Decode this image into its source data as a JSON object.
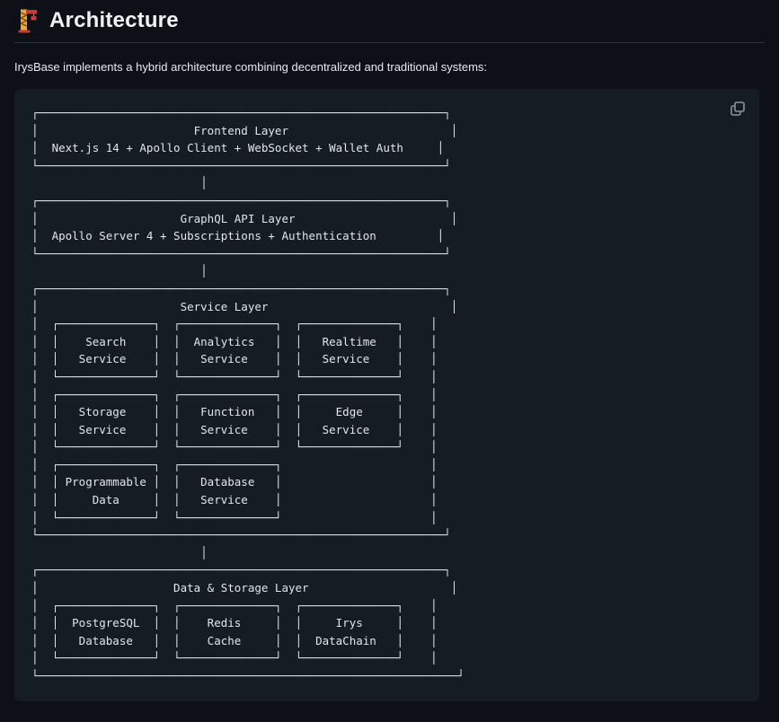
{
  "header": {
    "icon": "construction-crane-icon",
    "icon_emoji": "🏗️",
    "title": "Architecture"
  },
  "intro": "IrysBase implements a hybrid architecture combining decentralized and traditional systems:",
  "code": {
    "copy_icon": "copy-icon",
    "lines": [
      "┌────────────────────────────────────────────────────────────┐",
      "│                       Frontend Layer                        │",
      "│  Next.js 14 + Apollo Client + WebSocket + Wallet Auth     │",
      "└────────────────────────────────────────────────────────────┘",
      "                         │",
      "┌────────────────────────────────────────────────────────────┐",
      "│                     GraphQL API Layer                       │",
      "│  Apollo Server 4 + Subscriptions + Authentication         │",
      "└────────────────────────────────────────────────────────────┘",
      "                         │",
      "┌────────────────────────────────────────────────────────────┐",
      "│                     Service Layer                           │",
      "│  ┌──────────────┐  ┌──────────────┐  ┌──────────────┐    │",
      "│  │    Search    │  │  Analytics   │  │   Realtime   │    │",
      "│  │   Service    │  │   Service    │  │   Service    │    │",
      "│  └──────────────┘  └──────────────┘  └──────────────┘    │",
      "│  ┌──────────────┐  ┌──────────────┐  ┌──────────────┐    │",
      "│  │   Storage    │  │   Function   │  │     Edge     │    │",
      "│  │   Service    │  │   Service    │  │   Service    │    │",
      "│  └──────────────┘  └──────────────┘  └──────────────┘    │",
      "│  ┌──────────────┐  ┌──────────────┐                      │",
      "│  │ Programmable │  │   Database   │                      │",
      "│  │     Data     │  │   Service    │                      │",
      "│  └──────────────┘  └──────────────┘                      │",
      "└────────────────────────────────────────────────────────────┘",
      "                         │",
      "┌────────────────────────────────────────────────────────────┐",
      "│                    Data & Storage Layer                     │",
      "│  ┌──────────────┐  ┌──────────────┐  ┌──────────────┐    │",
      "│  │  PostgreSQL  │  │    Redis     │  │     Irys     │    │",
      "│  │   Database   │  │    Cache     │  │  DataChain   │    │",
      "│  └──────────────┘  └──────────────┘  └──────────────┘    │",
      "└──────────────────────────────────────────────────────────────┘"
    ]
  },
  "architecture": {
    "layers": [
      {
        "title": "Frontend Layer",
        "stack": "Next.js 14 + Apollo Client + WebSocket + Wallet Auth"
      },
      {
        "title": "GraphQL API Layer",
        "stack": "Apollo Server 4 + Subscriptions + Authentication"
      },
      {
        "title": "Service Layer",
        "services": [
          "Search Service",
          "Analytics Service",
          "Realtime Service",
          "Storage Service",
          "Function Service",
          "Edge Service",
          "Programmable Data",
          "Database Service"
        ]
      },
      {
        "title": "Data & Storage Layer",
        "services": [
          "PostgreSQL Database",
          "Redis Cache",
          "Irys DataChain"
        ]
      }
    ]
  },
  "colors": {
    "page_bg": "#0d1117",
    "code_bg": "#161c23",
    "text": "#e6e9ed",
    "divider": "#2a3038",
    "icon_muted": "#8b949e"
  }
}
